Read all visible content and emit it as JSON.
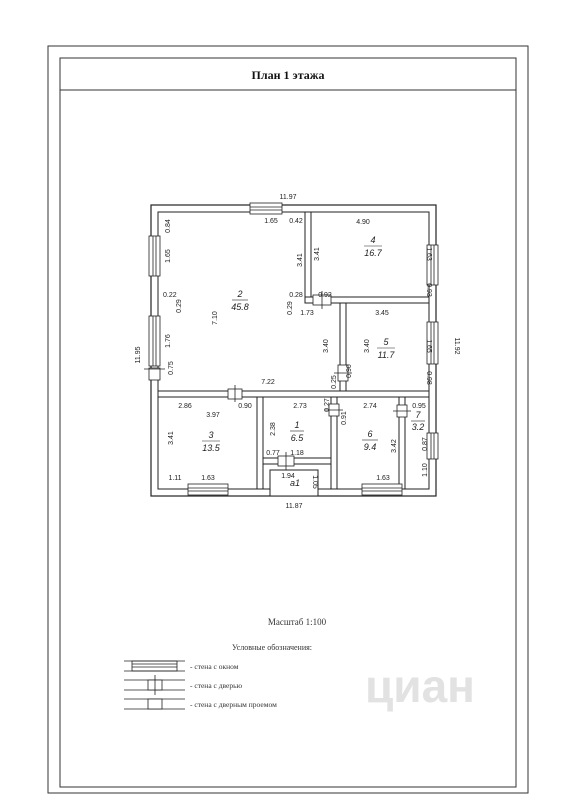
{
  "title": "План 1 этажа",
  "scale": "Масштаб 1:100",
  "legend": {
    "title": "Условные обозначения:",
    "items": [
      "- стена с окном",
      "- стена с дверью",
      "- стена с дверным проемом"
    ]
  },
  "watermark": "циан",
  "rooms": [
    {
      "number": "1",
      "area": "6.5"
    },
    {
      "number": "2",
      "area": "45.8"
    },
    {
      "number": "3",
      "area": "13.5"
    },
    {
      "number": "4",
      "area": "16.7"
    },
    {
      "number": "5",
      "area": "11.7"
    },
    {
      "number": "6",
      "area": "9.4"
    },
    {
      "number": "7",
      "area": "3.2"
    },
    {
      "number": "а1",
      "area": ""
    }
  ],
  "dimensions": {
    "overall_top": "11.97",
    "overall_bottom": "11.87",
    "overall_left": "11.95",
    "overall_right": "11.92",
    "d_084": "0.84",
    "d_165_left": "1.65",
    "d_022": "0.22",
    "d_029_left": "0.29",
    "d_176": "1.76",
    "d_075": "0.75",
    "d_710": "7.10",
    "d_165_top": "1.65",
    "d_042": "0.42",
    "d_341_r2": "3.41",
    "d_028": "0.28",
    "d_029_mid": "0.29",
    "d_092": "0.92",
    "d_173": "1.73",
    "d_340_r2": "3.40",
    "d_025": "0.25",
    "d_090_v": "0.90",
    "d_722": "7.22",
    "d_490": "4.90",
    "d_341_r4": "3.41",
    "d_163_r4": "1.63",
    "d_093": "0.93",
    "d_345": "3.45",
    "d_340_r5": "3.40",
    "d_165_r5": "1.65",
    "d_098": "0.98",
    "d_286": "2.86",
    "d_090_h": "0.90",
    "d_397": "3.97",
    "d_341_r3": "3.41",
    "d_111": "1.11",
    "d_163_r3": "1.63",
    "d_273": "2.73",
    "d_238": "2.38",
    "d_077": "0.77",
    "d_118": "1.18",
    "d_027": "0.27",
    "d_091": "0.91",
    "d_274": "2.74",
    "d_342": "3.42",
    "d_163_r6": "1.63",
    "d_095": "0.95",
    "d_087": "0.87",
    "d_110": "1.10",
    "d_194": "1.94",
    "d_105": "1.05"
  }
}
